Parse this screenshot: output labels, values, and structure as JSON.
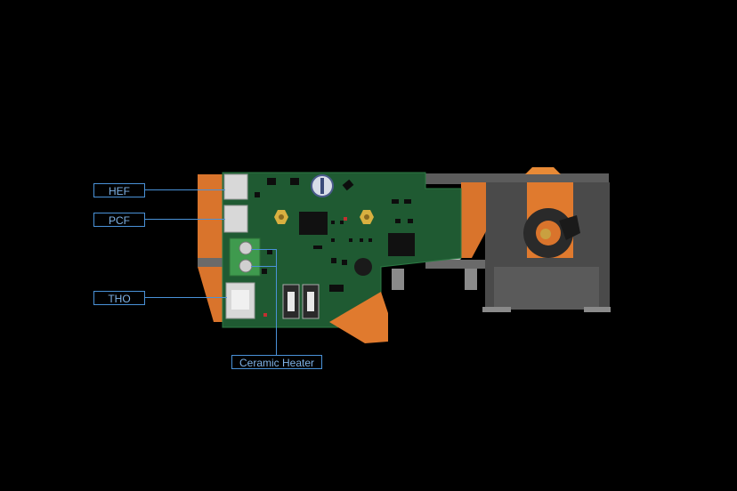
{
  "page": {
    "title": ""
  },
  "callouts": [
    {
      "id": "hef",
      "label": "HEF"
    },
    {
      "id": "pcf",
      "label": "PCF"
    },
    {
      "id": "tho",
      "label": "THO"
    },
    {
      "id": "ceramic",
      "label": "Ceramic Heater"
    }
  ],
  "colors": {
    "pcb": "#1f5a32",
    "frame_grey": "#5a5a5a",
    "printed_part": "#e07a2e",
    "callout_line": "#4a92d8"
  }
}
